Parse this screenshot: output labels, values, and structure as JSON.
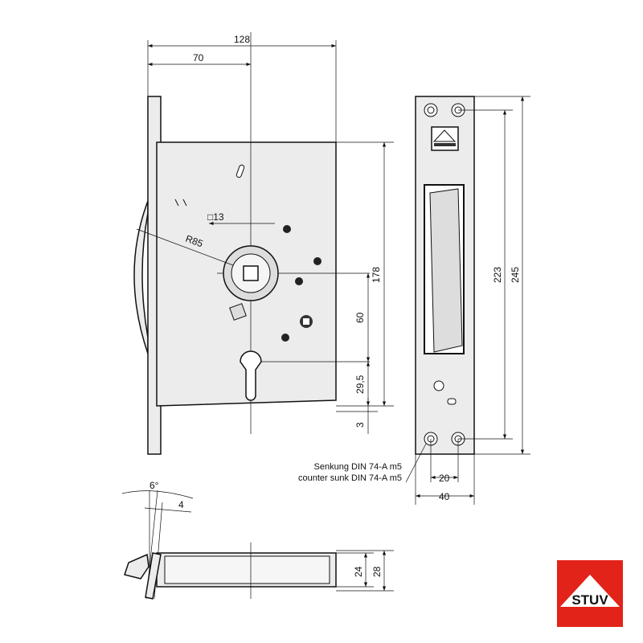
{
  "front_view": {
    "dim_width_total": "128",
    "dim_backset": "70",
    "dim_square": "□13",
    "dim_radius": "R85",
    "dim_height": "178",
    "dim_spindle_to_cylinder": "60",
    "dim_cylinder_to_bottom": "29,5",
    "dim_bottom_offset": "3"
  },
  "strike_plate": {
    "dim_hole_spacing_vertical": "223",
    "dim_plate_height": "245",
    "dim_hole_spacing_horizontal": "20",
    "dim_plate_width": "40",
    "countersink_label_de": "Senkung DIN 74-A m5",
    "countersink_label_en": "counter sunk DIN 74-A m5"
  },
  "bottom_view": {
    "dim_angle": "6°",
    "dim_faceplate_thickness": "4",
    "dim_body_depth": "24",
    "dim_total_depth": "28"
  },
  "logo": {
    "text": "STUV",
    "color": "#e2231a"
  }
}
